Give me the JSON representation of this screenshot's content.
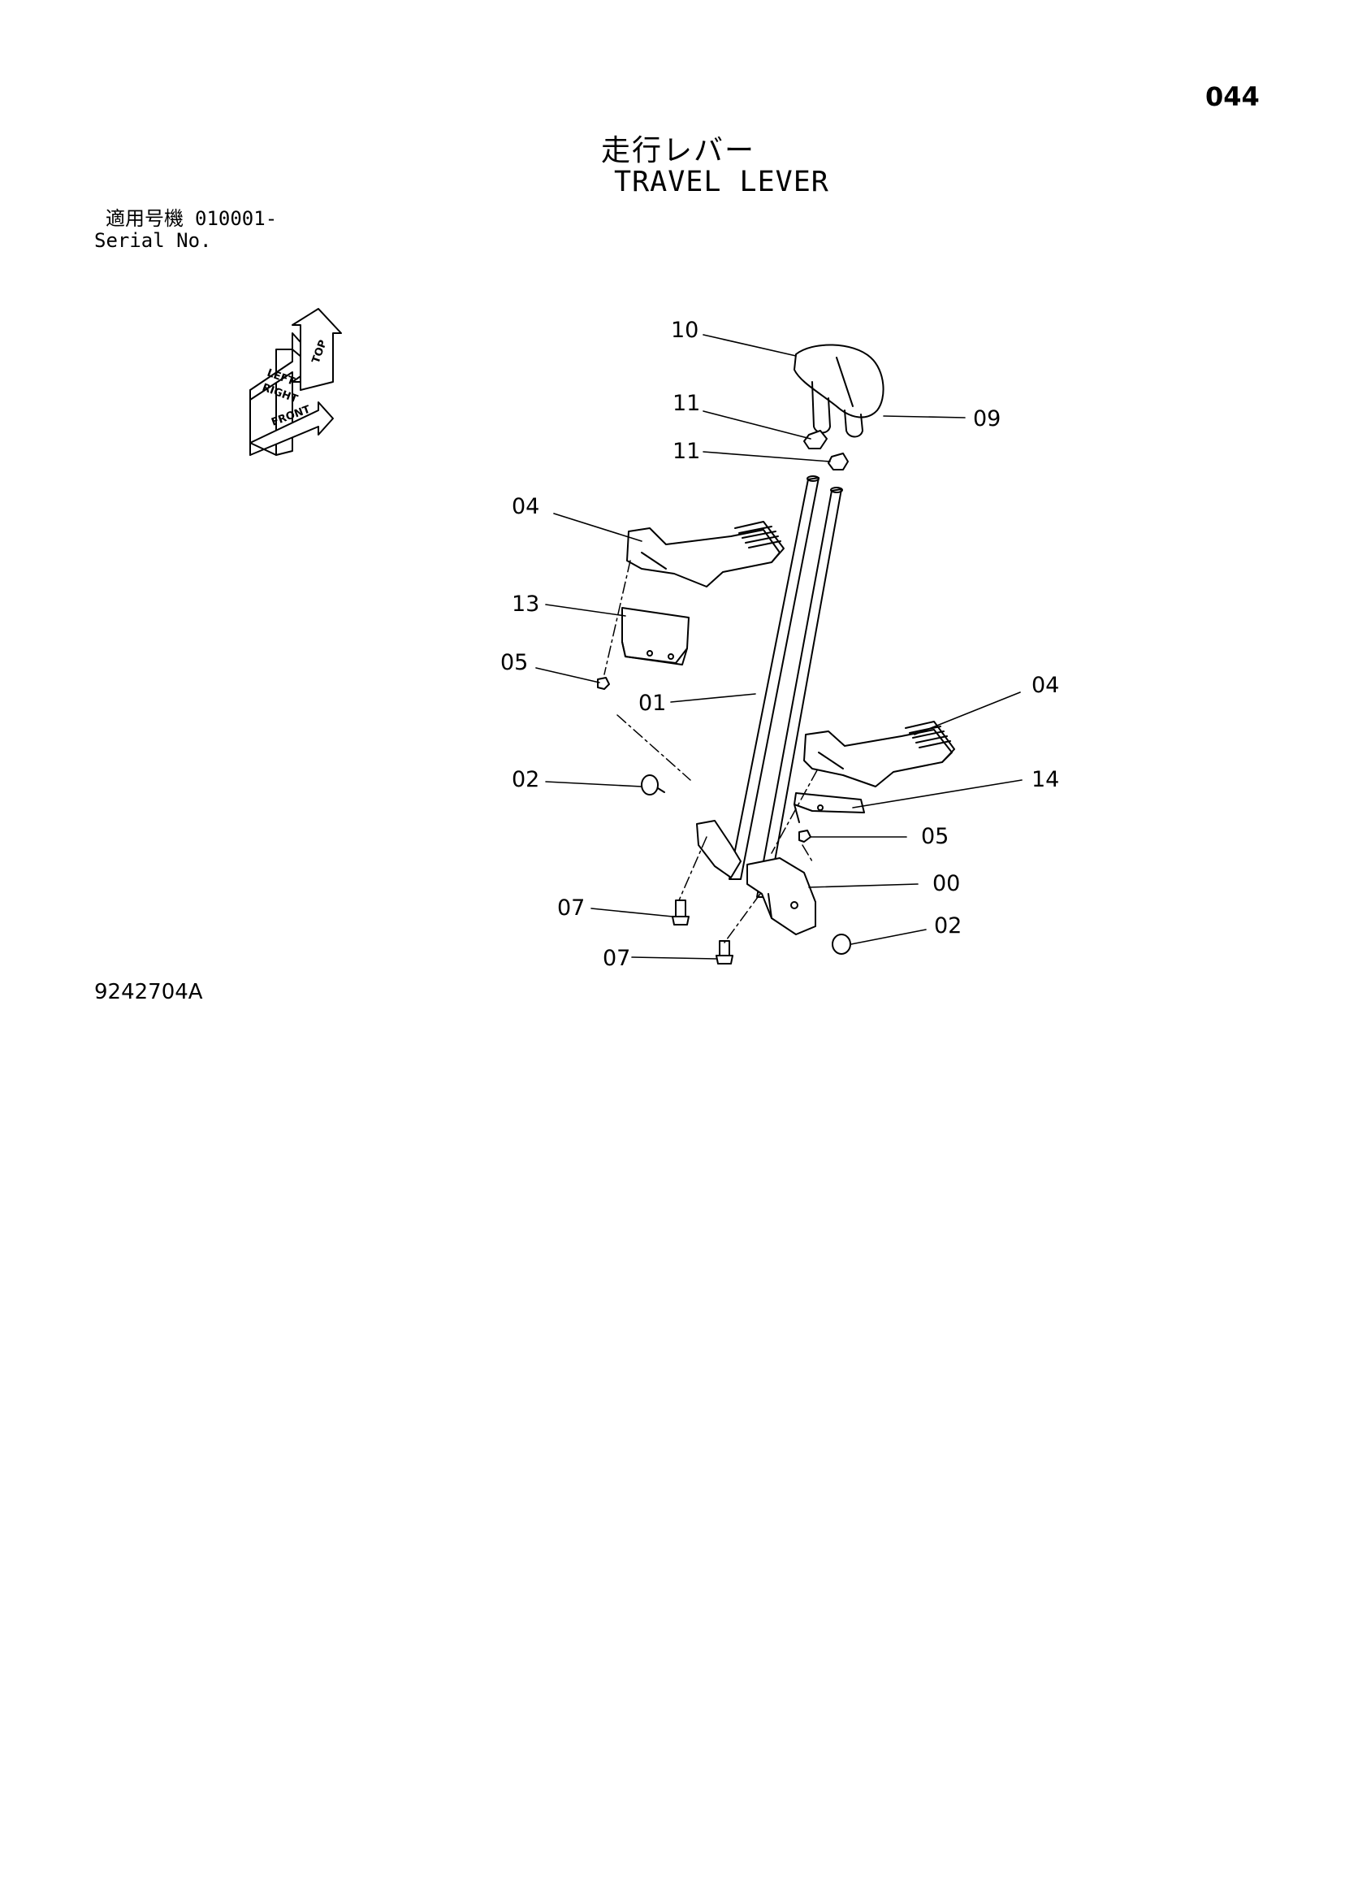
{
  "page": {
    "number": "044",
    "drawing_number": "9242704A"
  },
  "title": {
    "japanese": "走行レバー",
    "english": "TRAVEL LEVER"
  },
  "serial": {
    "label_ja": "適用号機",
    "value": "010001-",
    "label_en": "Serial No."
  },
  "orientation_icon": {
    "labels": [
      "LEFT",
      "RIGHT",
      "FRONT",
      "TOP"
    ]
  },
  "callouts": [
    {
      "id": "callout-10",
      "label": "10"
    },
    {
      "id": "callout-09",
      "label": "09"
    },
    {
      "id": "callout-11a",
      "label": "11"
    },
    {
      "id": "callout-11b",
      "label": "11"
    },
    {
      "id": "callout-04a",
      "label": "04"
    },
    {
      "id": "callout-13",
      "label": "13"
    },
    {
      "id": "callout-05a",
      "label": "05"
    },
    {
      "id": "callout-01",
      "label": "01"
    },
    {
      "id": "callout-04b",
      "label": "04"
    },
    {
      "id": "callout-02a",
      "label": "02"
    },
    {
      "id": "callout-14",
      "label": "14"
    },
    {
      "id": "callout-05b",
      "label": "05"
    },
    {
      "id": "callout-00",
      "label": "00"
    },
    {
      "id": "callout-07a",
      "label": "07"
    },
    {
      "id": "callout-02b",
      "label": "02"
    },
    {
      "id": "callout-07b",
      "label": "07"
    }
  ]
}
